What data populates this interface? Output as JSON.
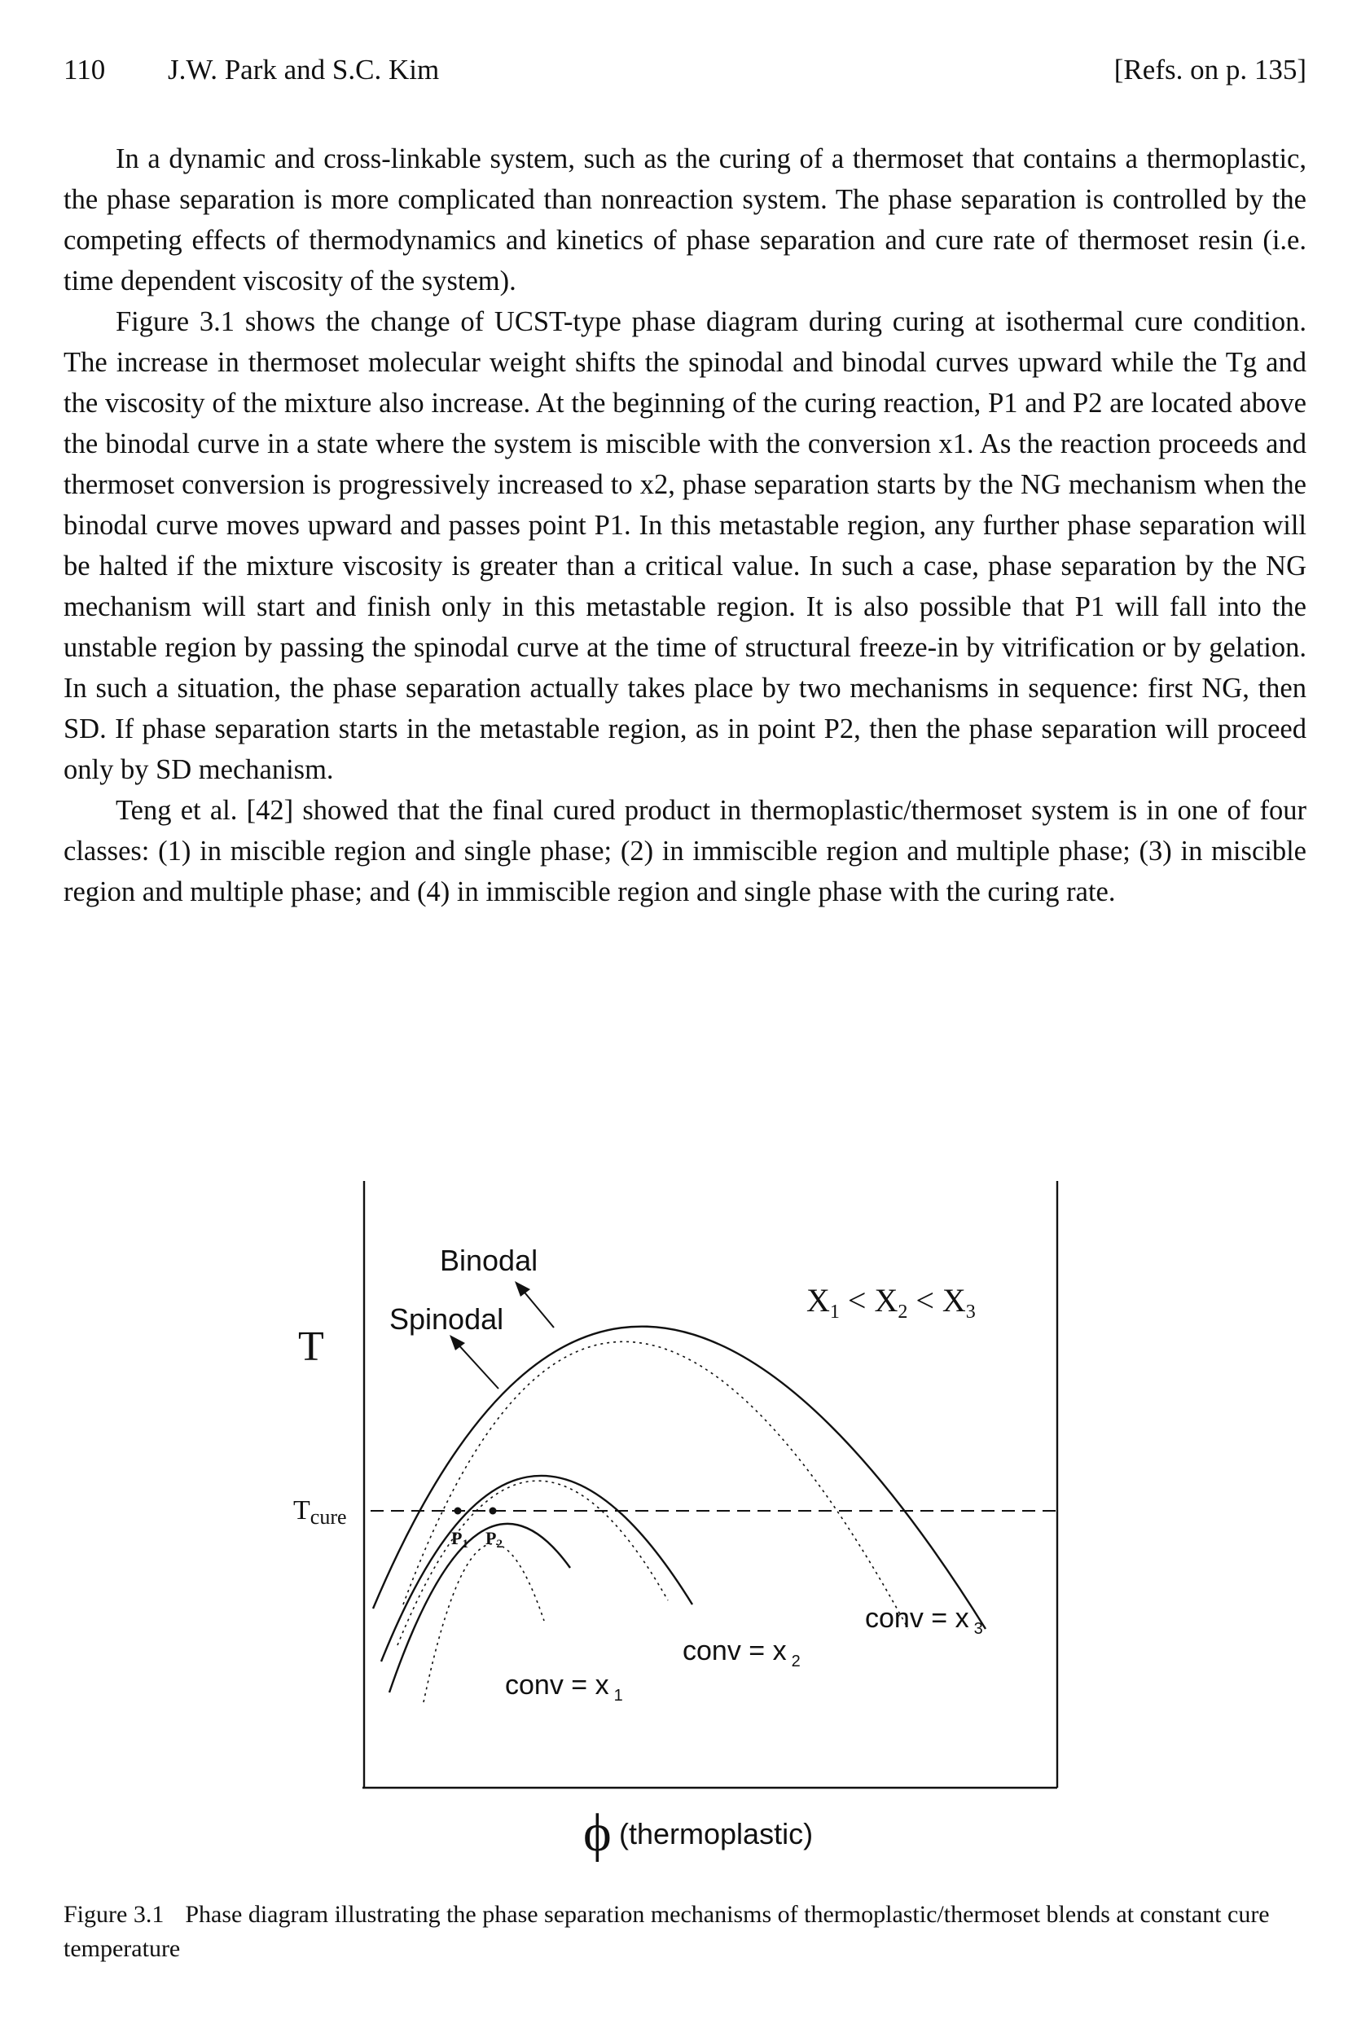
{
  "header": {
    "page_number": "110",
    "authors": "J.W. Park and S.C. Kim",
    "refs_note": "[Refs. on p. 135]"
  },
  "paragraphs": [
    "In a dynamic and cross-linkable system, such as the curing of a thermoset that contains a thermoplastic, the phase separation is more complicated than nonreaction system. The phase separation is controlled by the competing effects of thermodynamics and kinetics of phase separation and cure rate of thermoset resin (i.e. time dependent viscosity of the system).",
    "Figure 3.1 shows the change of UCST-type phase diagram during curing at isothermal cure condition. The increase in thermoset molecular weight shifts the spinodal and binodal curves upward while the Tg and the viscosity of the mixture also increase. At the beginning of the curing reaction, P1 and P2 are located above the binodal curve in a state where the system is miscible with the conversion x1. As the reaction proceeds and thermoset conversion is progressively increased to x2, phase separation starts by the NG mechanism when the binodal curve moves upward and passes point P1. In this metastable region, any further phase separation will be halted if the mixture viscosity is greater than a critical value. In such a case, phase separation by the NG mechanism will start and finish only in this metastable region. It is also possible that P1 will fall into the unstable region by passing the spinodal curve at the time of structural freeze-in by vitrification or by gelation. In such a situation, the phase separation actually takes place by two mechanisms in sequence: first NG, then SD. If phase separation starts in the metastable region, as in point P2, then the phase separation will proceed only by SD mechanism.",
    "Teng et al. [42] showed that the final cured product in thermoplastic/thermoset system is in one of four classes: (1) in miscible region and single phase; (2) in immiscible region and multiple phase; (3) in miscible region and multiple phase; and (4) in immiscible region and single phase with the curing rate."
  ],
  "figure": {
    "y_axis_label": "T",
    "t_cure_label_main": "T",
    "t_cure_label_sub": "cure",
    "x_axis_symbol": "ϕ",
    "x_axis_label": "(thermoplastic)",
    "binodal_label": "Binodal",
    "spinodal_label": "Spinodal",
    "inequality_x1": "X",
    "inequality_x1_sub": "1",
    "inequality_op1": " < ",
    "inequality_x2": "X",
    "inequality_x2_sub": "2",
    "inequality_op2": " < ",
    "inequality_x3": "X",
    "inequality_x3_sub": "3",
    "point_p1": "P",
    "point_p1_sub": "1",
    "point_p2": "P",
    "point_p2_sub": "2",
    "conv1_label": "conv = x",
    "conv1_sub": "1",
    "conv2_label": "conv = x",
    "conv2_sub": "2",
    "conv3_label": "conv = x",
    "conv3_sub": "3"
  },
  "caption": {
    "label": "Figure 3.1",
    "text": "Phase diagram illustrating the phase separation mechanisms of thermoplastic/thermoset blends at constant cure temperature"
  }
}
